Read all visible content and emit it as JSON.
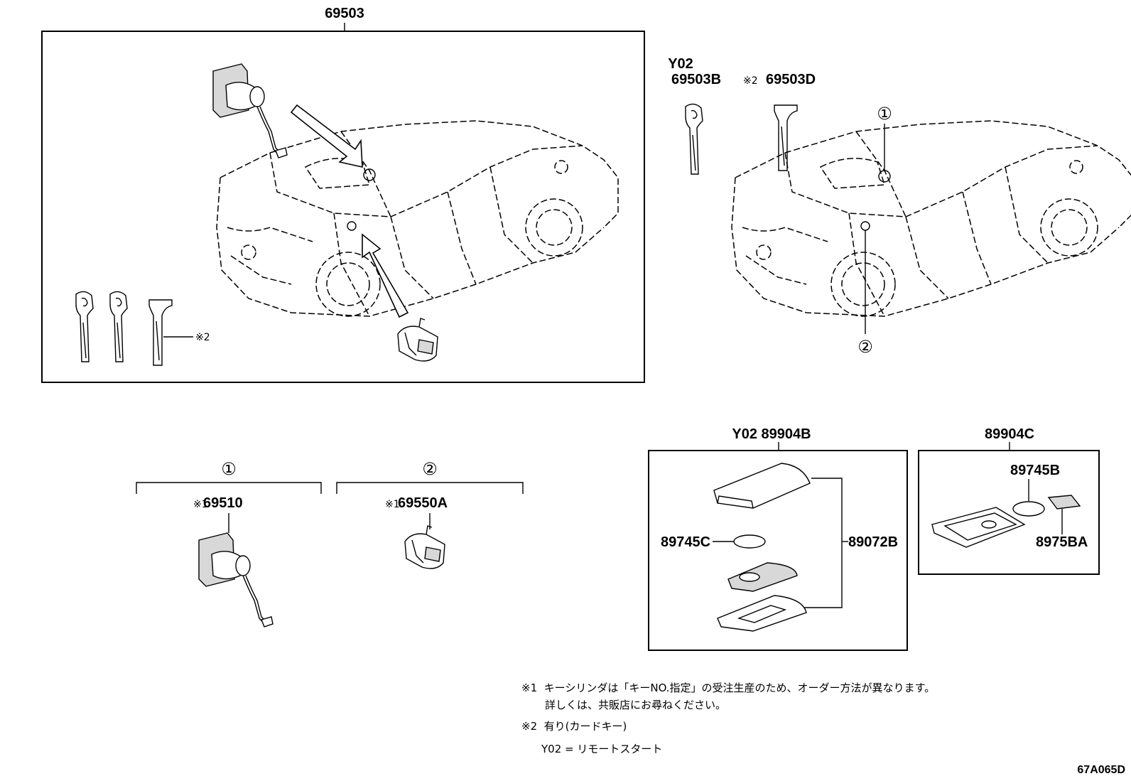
{
  "parts": {
    "p69503": "69503",
    "p69503B": "69503B",
    "p69503B_prefix": "Y02",
    "p69503D": "69503D",
    "p69503D_prefix": "※2",
    "p69510": "69510",
    "p69510_prefix": "※1",
    "p69550A": "69550A",
    "p69550A_prefix": "※1",
    "p89904B": "Y02 89904B",
    "p89904C": "89904C",
    "p89745C": "89745C",
    "p89072B": "89072B",
    "p89745B": "89745B",
    "p8975BA": "8975BA",
    "cardkey_mark": "※2"
  },
  "callouts": {
    "one": "①",
    "two": "②"
  },
  "notes": {
    "n1_mark": "※1",
    "n1_line1": "キーシリンダは「キーNO.指定」の受注生産のため、オーダー方法が異なります。",
    "n1_line2": "詳しくは、共販店にお尋ねください。",
    "n2_mark": "※2",
    "n2_text": "有り(カードキー)",
    "y02": "Y02 = リモートスタート"
  },
  "diagram_code": "67A065D"
}
